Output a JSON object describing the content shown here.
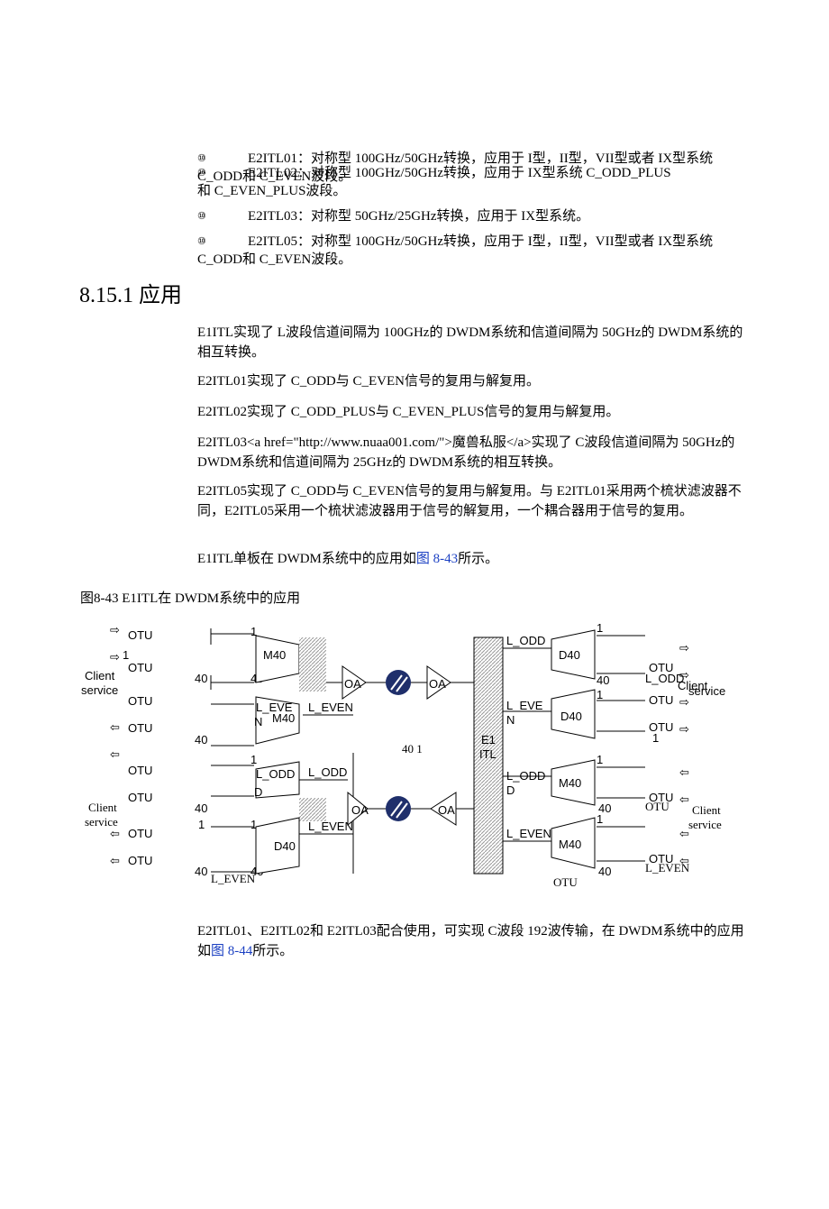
{
  "bullets": [
    {
      "marker": "⑩",
      "text": "E2ITL01：对称型  100GHz/50GHz转换，应用于  I型，II型，VII型或者  IX型系统",
      "cont": "C_ODD和  C_EVEN波段。"
    },
    {
      "marker": "⑩",
      "text": "E2ITL02：对称型  100GHz/50GHz转换，应用于  IX型系统  C_ODD_PLUS",
      "cont": "和  C_EVEN_PLUS波段。"
    },
    {
      "marker": "⑩",
      "text": "E2ITL03：对称型  50GHz/25GHz转换，应用于  IX型系统。",
      "cont": ""
    },
    {
      "marker": "⑩",
      "text": "E2ITL05：对称型  100GHz/50GHz转换，应用于  I型，II型，VII型或者  IX型系统",
      "cont": "C_ODD和  C_EVEN波段。"
    }
  ],
  "section_heading": "8.15.1  应用",
  "paragraphs": {
    "p1": "E1ITL实现了  L波段信道间隔为  100GHz的  DWDM系统和信道间隔为  50GHz的 DWDM系统的相互转换。",
    "p2": "E2ITL01实现了  C_ODD与  C_EVEN信号的复用与解复用。",
    "p3": "E2ITL02实现了  C_ODD_PLUS与  C_EVEN_PLUS信号的复用与解复用。",
    "p4": "E2ITL03<a href=\"http://www.nuaa001.com/\">魔兽私服</a>实现了  C波段信道间隔为 50GHz的  DWDM系统和信道间隔为  25GHz的  DWDM系统的相互转换。",
    "p5": "E2ITL05实现了  C_ODD与  C_EVEN信号的复用与解复用。与  E2ITL01采用两个梳状滤波器不同，E2ITL05采用一个梳状滤波器用于信号的解复用，一个耦合器用于信号的复用。",
    "p6_pre": "E1ITL单板在  DWDM系统中的应用如",
    "p6_link": "图  8-43",
    "p6_post": "所示。",
    "p7_pre": "E2ITL01、E2ITL02和  E2ITL03配合使用，可实现  C波段  192波传输，在  DWDM系统中的应用如",
    "p7_link": "图  8-44",
    "p7_post": "所示。"
  },
  "figure_caption": "图8-43 E1ITL在  DWDM系统中的应用",
  "diagram": {
    "otu": "OTU",
    "client": "Client",
    "service": "service",
    "m40": "M40",
    "d40": "D40",
    "oa": "OA",
    "e1": "E1",
    "itl": "ITL",
    "l_odd": "L_ODD",
    "l_even": "L_EVEN",
    "n1": "1",
    "n40": "40",
    "mid": "40 1",
    "eve": "L_EVE",
    "n_letter": "N",
    "d_letter": "D",
    "colors": {
      "line": "#000000",
      "hatch": "#999999",
      "oa_circle": "#1f2f6b"
    }
  }
}
